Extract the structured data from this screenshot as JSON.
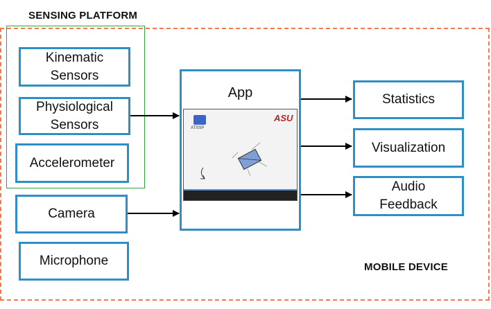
{
  "labels": {
    "sensing_platform": "SENSING PLATFORM",
    "mobile_device": "MOBILE DEVICE"
  },
  "sensors": {
    "kinematic": "Kinematic Sensors",
    "physiological": "Physiological Sensors",
    "accelerometer": "Accelerometer",
    "camera": "Camera",
    "microphone": "Microphone"
  },
  "app": {
    "title": "App",
    "screen_logo": "ASU",
    "screen_app_name": "ATSSP"
  },
  "outputs": {
    "statistics": "Statistics",
    "visualization": "Visualization",
    "audio_feedback": "Audio Feedback"
  },
  "colors": {
    "box_border": "#2e8fc6",
    "sensing_frame": "#2fa13c",
    "mobile_frame": "#f07a4c",
    "arrow": "#000000"
  }
}
